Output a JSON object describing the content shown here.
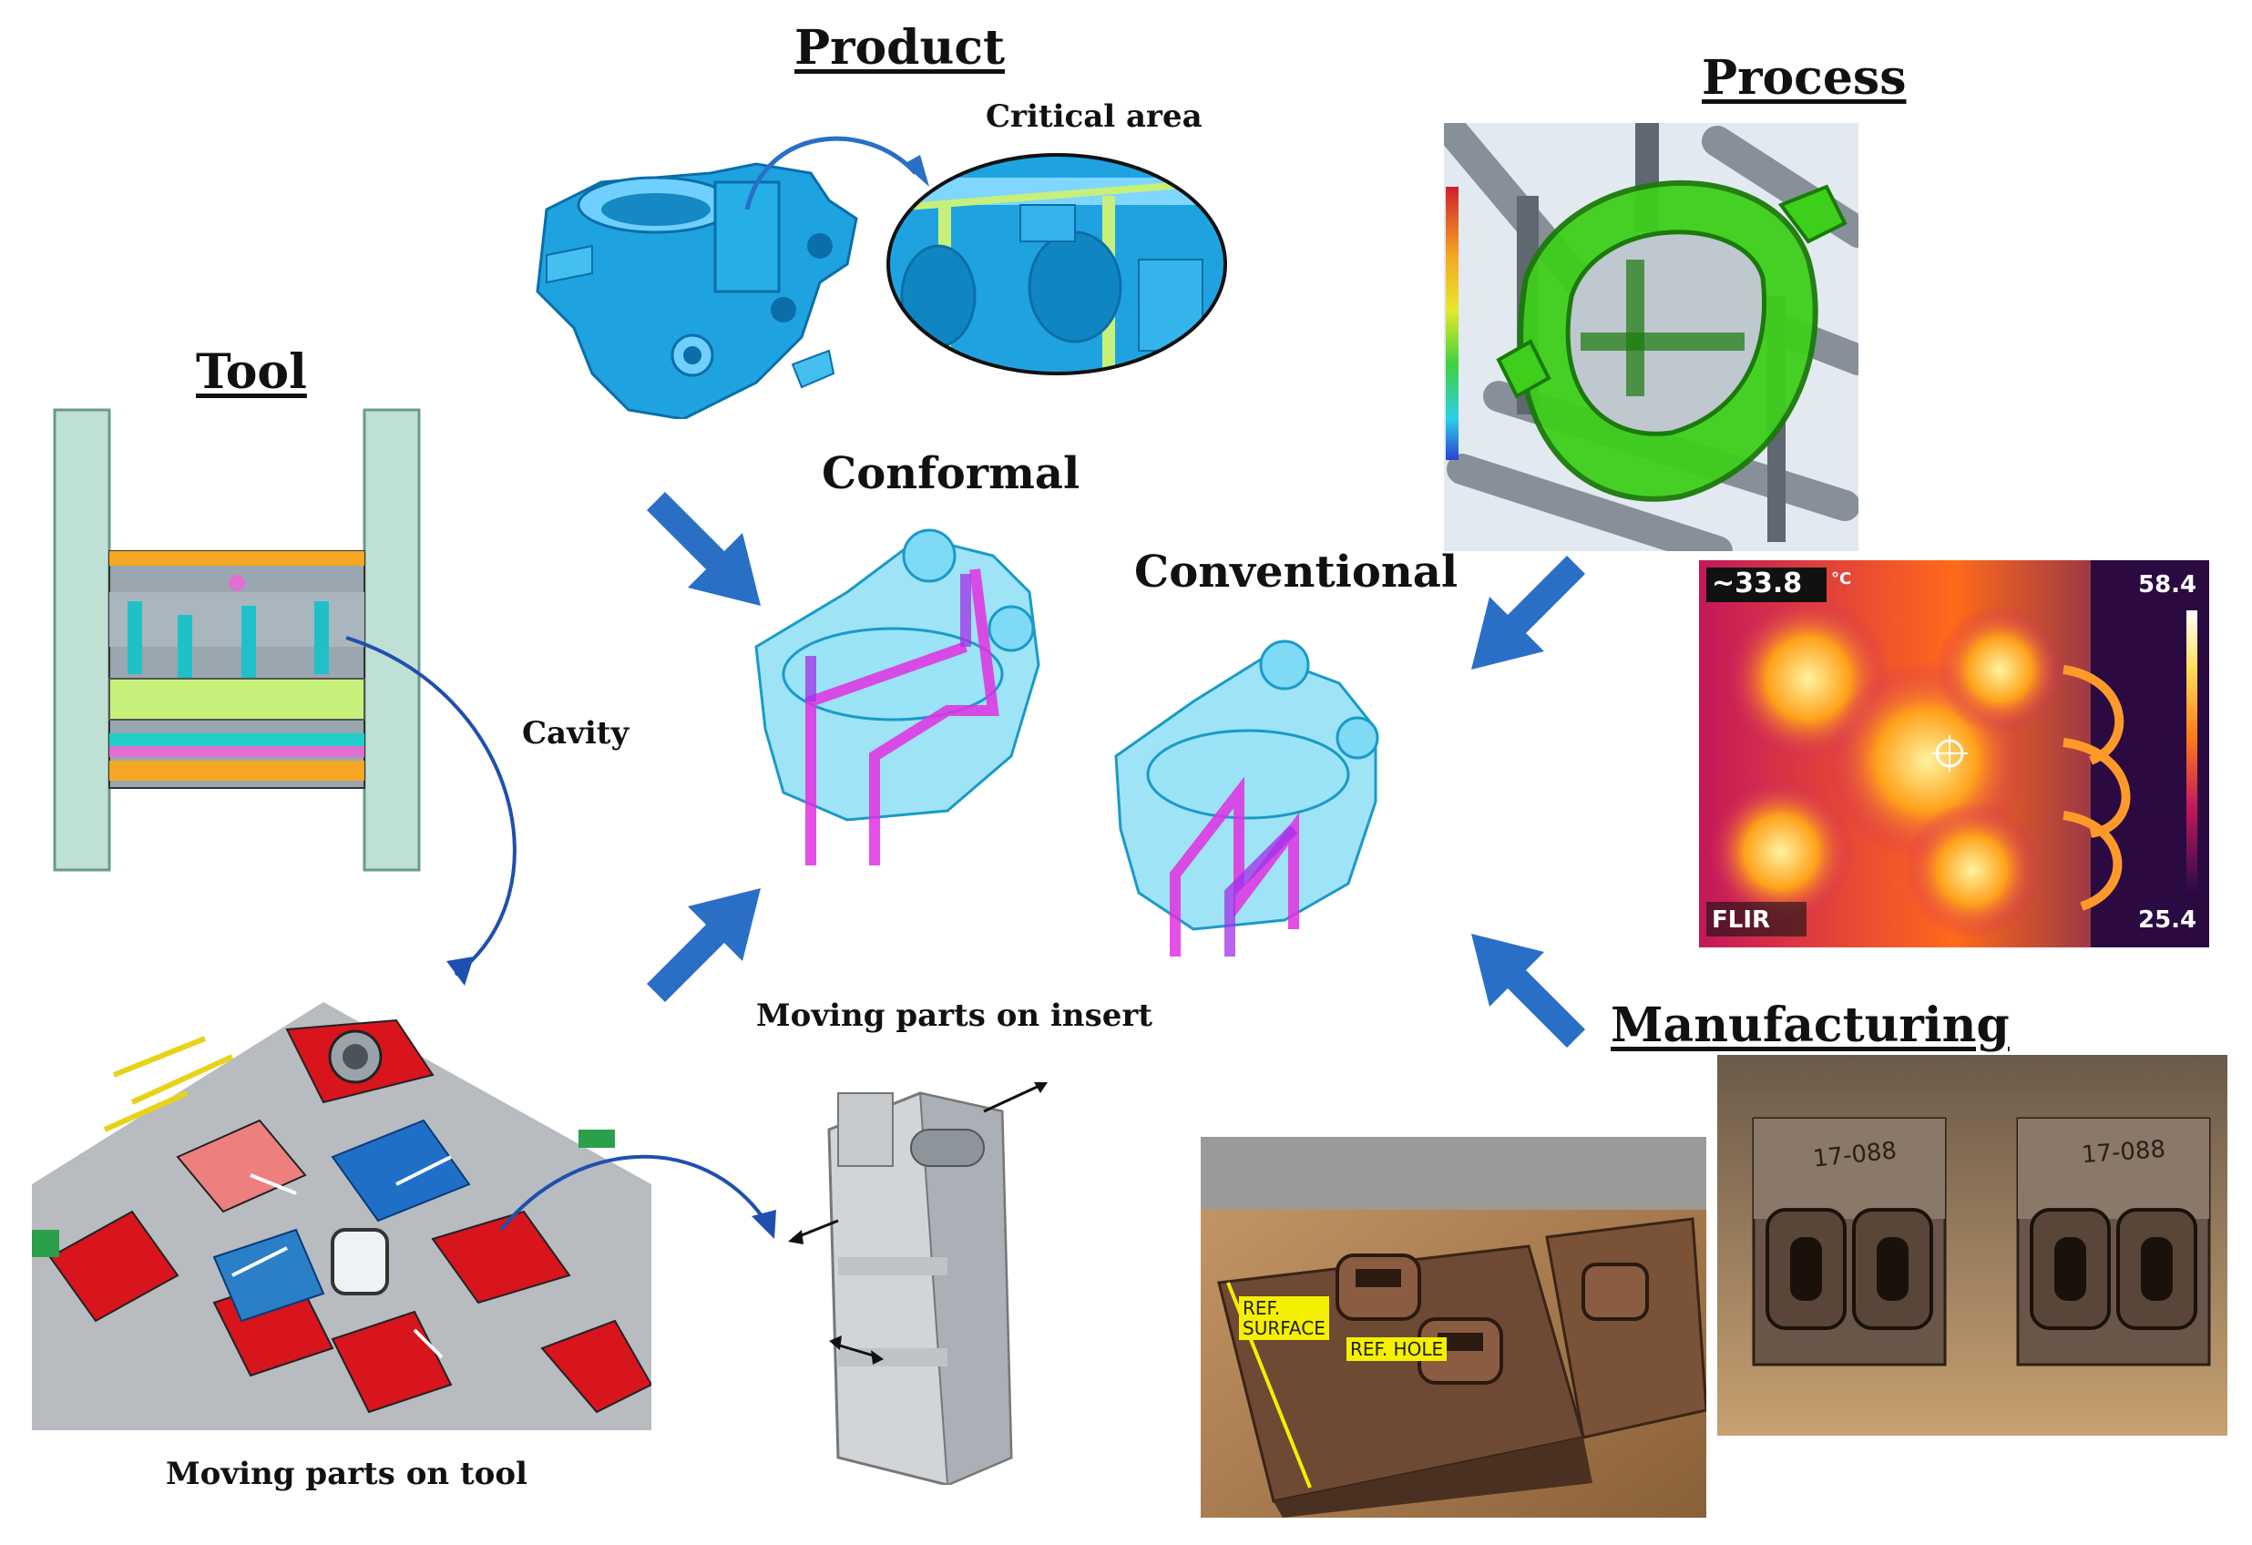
{
  "headings": {
    "product": "Product",
    "process": "Process",
    "tool": "Tool",
    "manufacturing": "Manufacturing"
  },
  "labels": {
    "critical_area": "Critical area",
    "conformal": "Conformal",
    "conventional": "Conventional",
    "cavity": "Cavity",
    "moving_parts_insert": "Moving parts on insert",
    "moving_parts_tool": "Moving parts on tool"
  },
  "thermal": {
    "spot_reading": "~33.8",
    "unit": "°C",
    "scale_max": "58.4",
    "scale_min": "25.4",
    "brand": "FLIR"
  },
  "photo_tags": {
    "ref_surface_line1": "REF.",
    "ref_surface_line2": "SURFACE",
    "ref_hole": "REF. HOLE"
  },
  "part_stamps": {
    "left": "17-088",
    "right": "17-088"
  },
  "colors": {
    "arrow_blue": "#2a6fc6",
    "part_cyan": "#1fa3e0",
    "channel_magenta": "#e030e0",
    "mold_green": "#3ecf1c",
    "tool_red": "#d8141c"
  }
}
